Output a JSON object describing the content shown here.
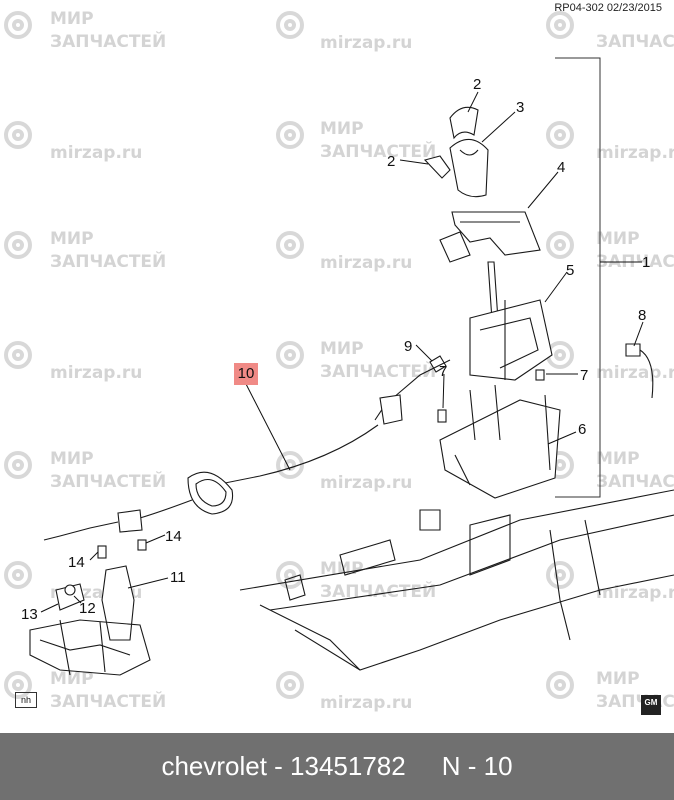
{
  "header": {
    "ref_code": "RP04-302  02/23/2015"
  },
  "watermark": {
    "brand_ru_line1": "МИР",
    "brand_ru_line2": "ЗАПЧАСТЕЙ",
    "brand_url": "mirzap.ru"
  },
  "diagram": {
    "callouts": [
      "1",
      "2",
      "2",
      "3",
      "4",
      "5",
      "6",
      "7",
      "7",
      "8",
      "9",
      "10",
      "11",
      "12",
      "13",
      "14"
    ],
    "highlighted_callout": "10",
    "corner_badge": "nh",
    "logo": "GM"
  },
  "caption": {
    "part": "chevrolet - 13451782",
    "position": "N - 10"
  },
  "colors": {
    "caption_bg": "#707070",
    "highlight": "#f08a86",
    "watermark": "#d4d4d4"
  }
}
